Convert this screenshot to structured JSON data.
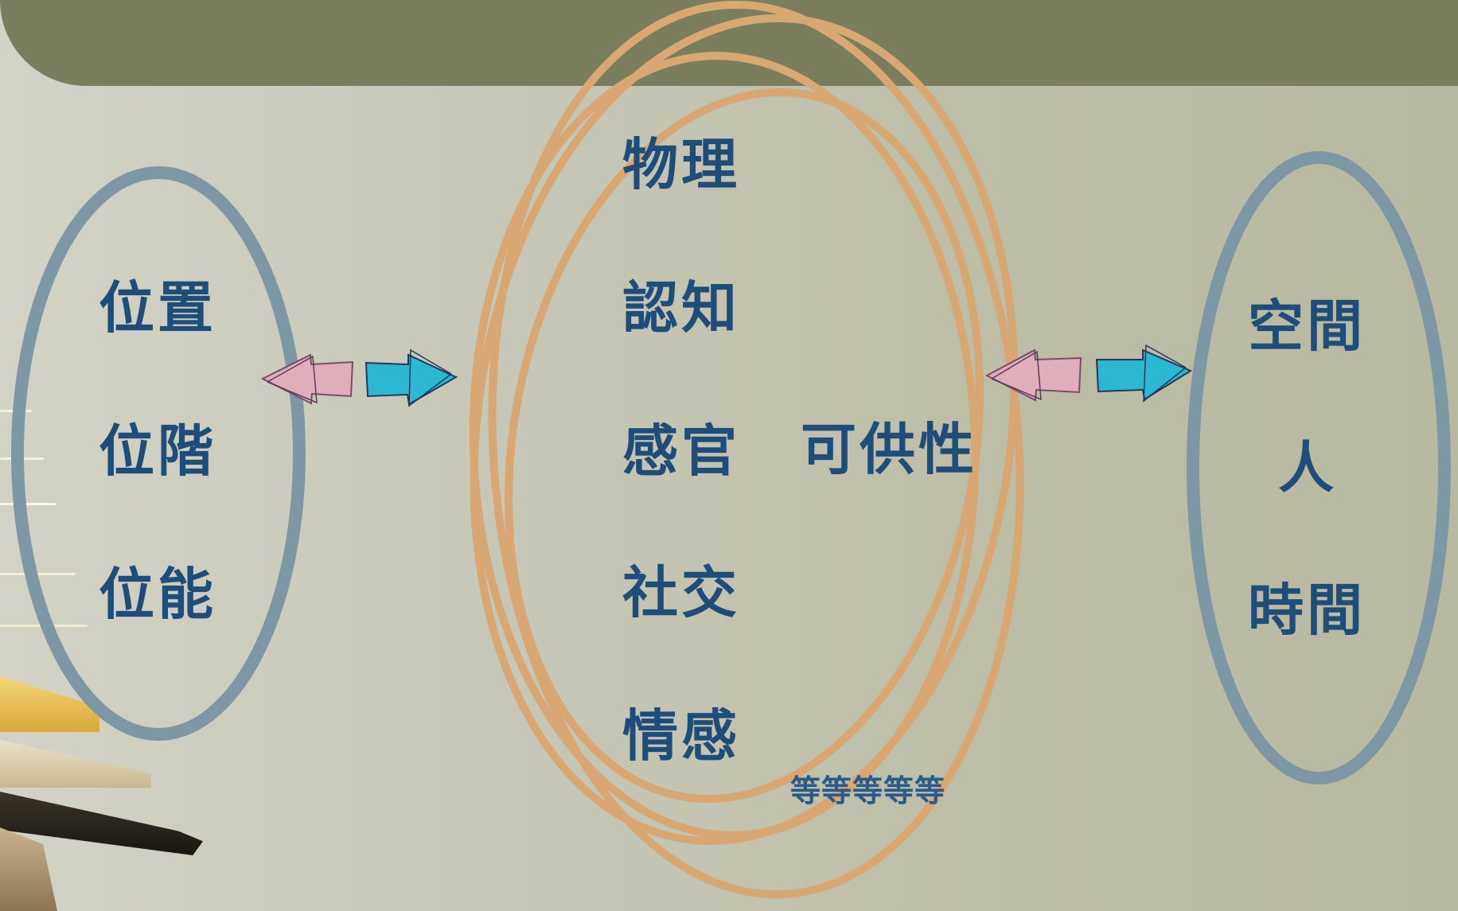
{
  "left_group": {
    "items": [
      "位置",
      "位階",
      "位能"
    ]
  },
  "center_group": {
    "items": [
      "物理",
      "認知",
      "感官",
      "社交",
      "情感"
    ],
    "main_label": "可供性",
    "footnote": "等等等等等"
  },
  "right_group": {
    "items": [
      "空間",
      "人",
      "時間"
    ]
  },
  "colors": {
    "header": "#7b7e5c",
    "text": "#1f4d7a",
    "side_ellipse": "#7e97a4",
    "center_ellipse": "#d9a774",
    "arrow_left_fill": "#e0aebb",
    "arrow_right_fill": "#2bb8d2"
  }
}
